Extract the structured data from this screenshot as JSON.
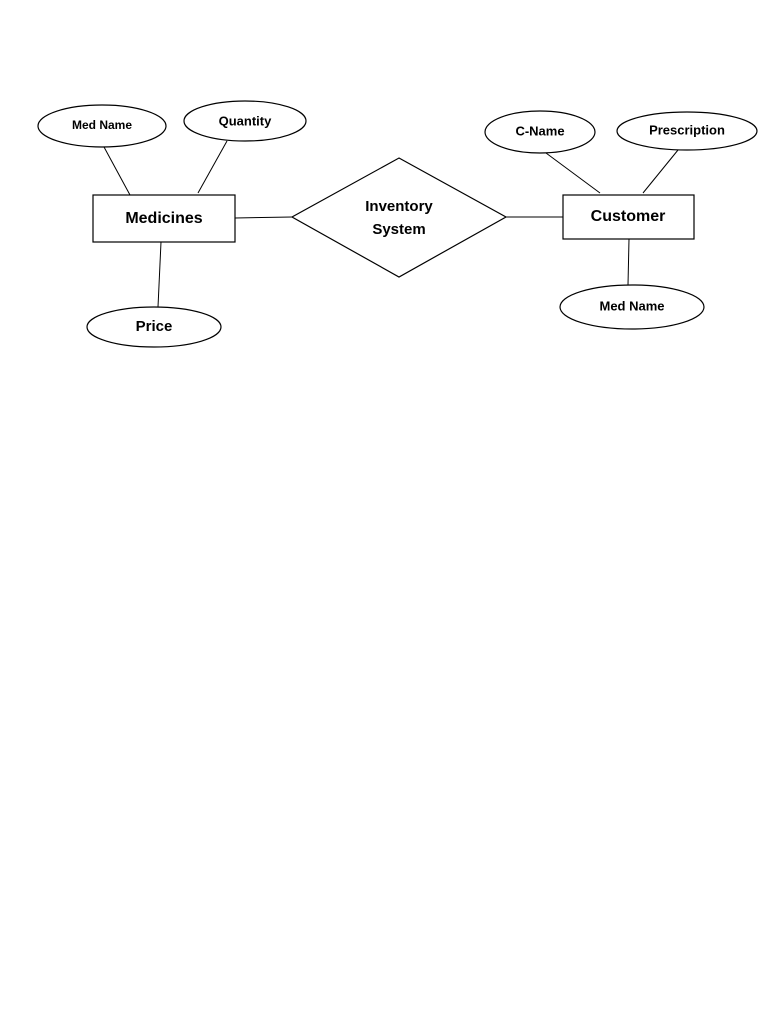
{
  "diagram": {
    "entities": [
      {
        "id": "medicines",
        "label": "Medicines"
      },
      {
        "id": "customer",
        "label": "Customer"
      }
    ],
    "relationship": {
      "label_line1": "Inventory",
      "label_line2": "System"
    },
    "attributes": [
      {
        "id": "med-name-1",
        "label": "Med Name",
        "entity": "medicines"
      },
      {
        "id": "quantity",
        "label": "Quantity",
        "entity": "medicines"
      },
      {
        "id": "price",
        "label": "Price",
        "entity": "medicines"
      },
      {
        "id": "c-name",
        "label": "C-Name",
        "entity": "customer"
      },
      {
        "id": "prescription",
        "label": "Prescription",
        "entity": "customer"
      },
      {
        "id": "med-name-2",
        "label": "Med Name",
        "entity": "customer"
      }
    ]
  }
}
